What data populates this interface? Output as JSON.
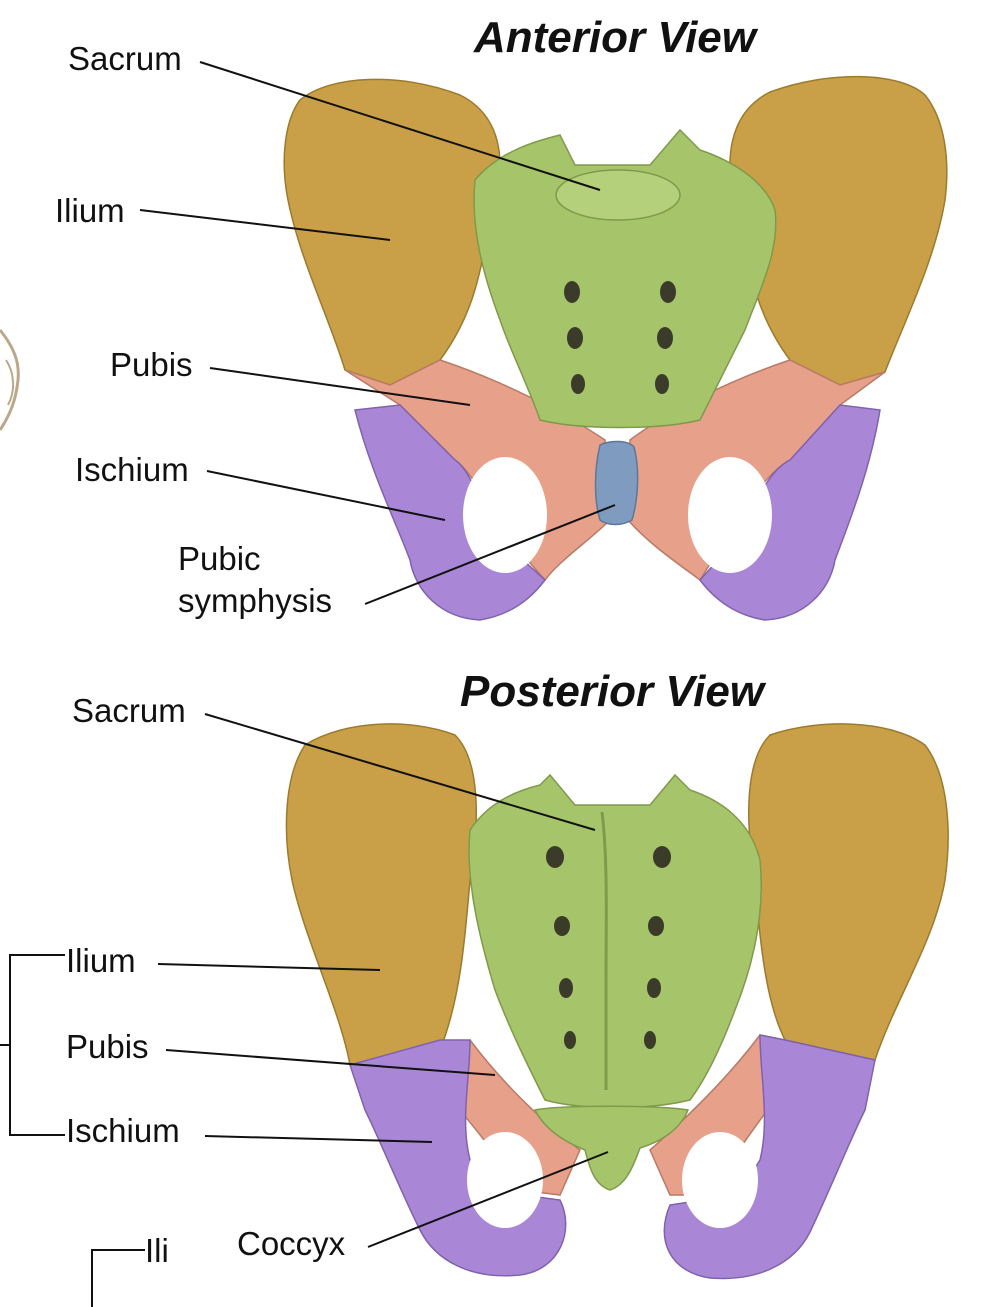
{
  "colors": {
    "ilium": "#c9a047",
    "sacrum": "#a6c46a",
    "pubis": "#e7a08a",
    "ischium": "#a987d6",
    "pubic_symphysis": "#7f9cc0"
  },
  "anterior": {
    "title": "Anterior View",
    "labels": {
      "sacrum": "Sacrum",
      "ilium": "Ilium",
      "pubis": "Pubis",
      "ischium": "Ischium",
      "pubic_symphysis_line1": "Pubic",
      "pubic_symphysis_line2": "symphysis"
    }
  },
  "posterior": {
    "title": "Posterior View",
    "labels": {
      "sacrum": "Sacrum",
      "ilium": "Ilium",
      "pubis": "Pubis",
      "ischium": "Ischium",
      "coccyx": "Coccyx"
    }
  },
  "cropped_fragment": "Ili"
}
